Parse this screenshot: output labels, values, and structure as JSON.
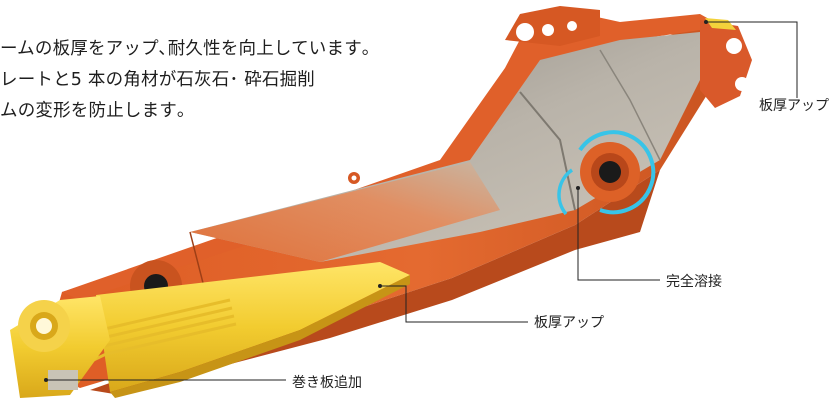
{
  "description": {
    "lines": [
      "ームの板厚をアップ､耐久性を向上しています｡",
      "レートと5 本の角材が石灰石･ 砕石掘削",
      "ムの変形を防止します｡"
    ]
  },
  "callouts": {
    "top_plate": "板厚アップ",
    "full_weld": "完全溶接",
    "side_plate": "板厚アップ",
    "wrap_plate": "巻き板追加"
  },
  "colors": {
    "arm_orange": "#e2622a",
    "arm_dark": "#b84a1c",
    "arm_inner": "#a9a49b",
    "reinforce_yellow": "#f3d23b",
    "weld_ring": "#38c4e8",
    "leader_line": "#222222"
  }
}
